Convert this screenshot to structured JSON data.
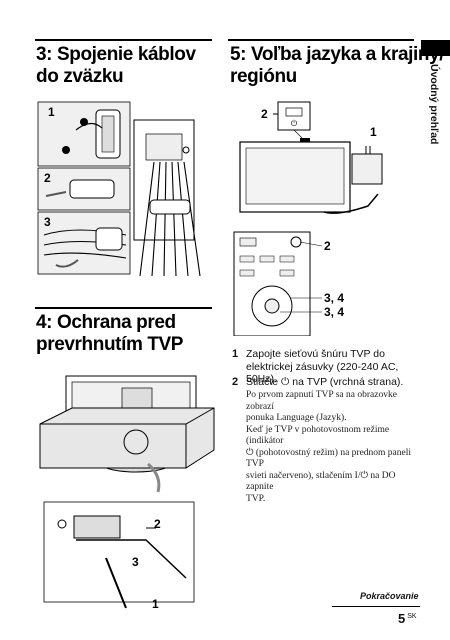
{
  "sections": {
    "cables": {
      "title_line1": "3: Spojenie káblov",
      "title_line2": "do zväzku",
      "callouts": [
        "1",
        "2",
        "3"
      ]
    },
    "tip": {
      "title_line1": "4: Ochrana pred",
      "title_line2": "prevrhnutím TVP",
      "callouts": [
        "2",
        "3",
        "1"
      ]
    },
    "language": {
      "title_line1": "5: Voľba jazyka a krajiny/",
      "title_line2": "regiónu",
      "callouts": {
        "power_button": "2",
        "plug": "1",
        "remote_a": "2",
        "remote_b": "3, 4",
        "remote_c": "3, 4"
      },
      "steps": [
        {
          "num": "1",
          "text": "Zapojte sieťovú šnúru TVP do elektrickej zásuvky (220-240 AC, 50Hz)."
        },
        {
          "num": "2",
          "text": "Stlačte ⏻ na TVP (vrchná strana)."
        }
      ],
      "note_lines": [
        "Po prvom zapnutí TVP sa na obrazovke zobrazí",
        "ponuka Language (Jazyk).",
        "Keď je TVP v pohotovostnom režime (indikátor",
        "⏻ (pohotovostný režim) na prednom paneli TVP",
        "svieti načerveno), stlačením I/⏻ na DO zapnite",
        "TVP."
      ]
    }
  },
  "side_label": "Úvodný prehľad",
  "footer": {
    "continued": "Pokračovanie",
    "page_number": "5",
    "page_suffix": "SK"
  }
}
